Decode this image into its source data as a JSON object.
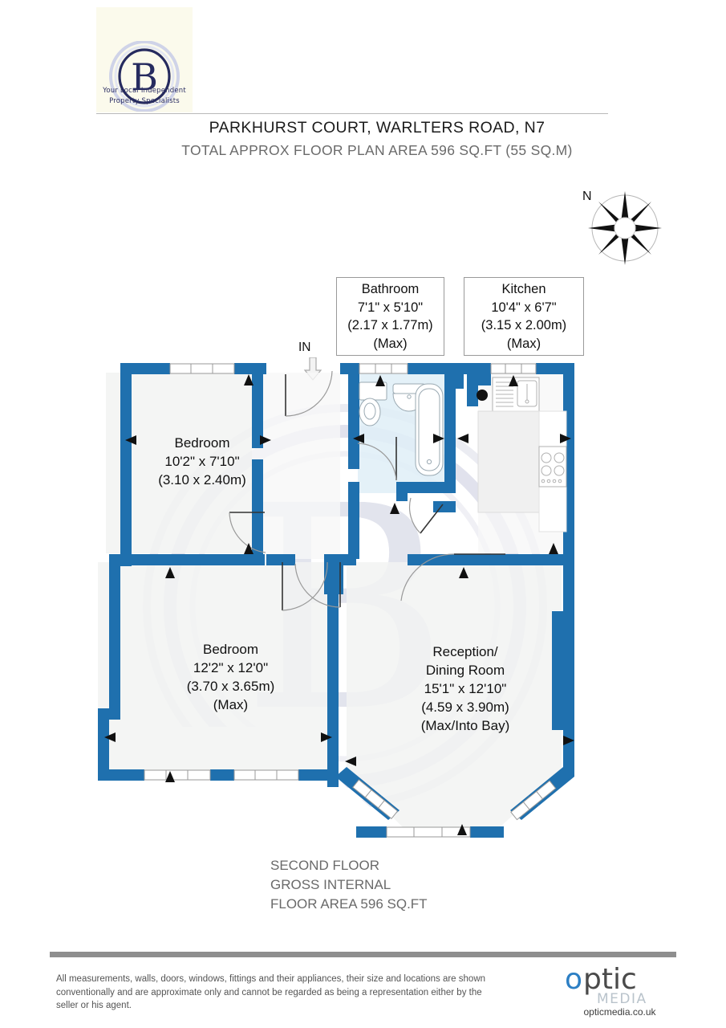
{
  "brand": {
    "logo_letter": "B",
    "tagline_line1": "Your Local Independent",
    "tagline_line2": "Property Specialists",
    "logo_bg": "#fbfaec",
    "logo_navy": "#262b5f"
  },
  "header": {
    "title": "PARKHURST COURT, WARLTERS ROAD, N7",
    "subtitle": "TOTAL APPROX FLOOR PLAN AREA 596 SQ.FT (55 SQ.M)"
  },
  "compass": {
    "north_label": "N"
  },
  "entrance": {
    "label": "IN"
  },
  "callouts": [
    {
      "id": "bathroom",
      "name": "Bathroom",
      "imperial": "7'1\" x 5'10\"",
      "metric": "(2.17 x 1.77m)",
      "note": "(Max)"
    },
    {
      "id": "kitchen",
      "name": "Kitchen",
      "imperial": "10'4\" x 6'7\"",
      "metric": "(3.15 x 2.00m)",
      "note": "(Max)"
    }
  ],
  "rooms": [
    {
      "id": "bedroom-1",
      "name": "Bedroom",
      "imperial": "10'2\" x 7'10\"",
      "metric": "(3.10 x 2.40m)",
      "note": ""
    },
    {
      "id": "bedroom-2",
      "name": "Bedroom",
      "imperial": "12'2\" x 12'0\"",
      "metric": "(3.70 x 3.65m)",
      "note": "(Max)"
    },
    {
      "id": "reception",
      "name_line1": "Reception/",
      "name_line2": "Dining Room",
      "imperial": "15'1\" x 12'10\"",
      "metric": "(4.59 x 3.90m)",
      "note": "(Max/Into Bay)"
    }
  ],
  "floor_note": {
    "line1": "SECOND FLOOR",
    "line2": "GROSS INTERNAL",
    "line3": "FLOOR AREA 596 SQ.FT"
  },
  "disclaimer": {
    "text": "All measurements, walls, doors, windows, fittings and their appliances, their size and locations are shown conventionally and are approximate only and cannot be regarded as being a representation either by the seller or his agent."
  },
  "optic": {
    "name_o": "o",
    "name_rest": "ptic",
    "media": "MEDIA",
    "url": "opticmedia.co.uk",
    "blue": "#2c7fc4",
    "grey": "#4a4a4a",
    "light_grey": "#b9c3cb"
  },
  "palette": {
    "wall_blue": "#1f70ae",
    "wall_blue_dark": "#18608f",
    "floor_fill": "#f2f3f2",
    "bath_tint": "#dfeef7",
    "watermark": "#c7c9dd",
    "text_grey": "#6a6a6a"
  }
}
